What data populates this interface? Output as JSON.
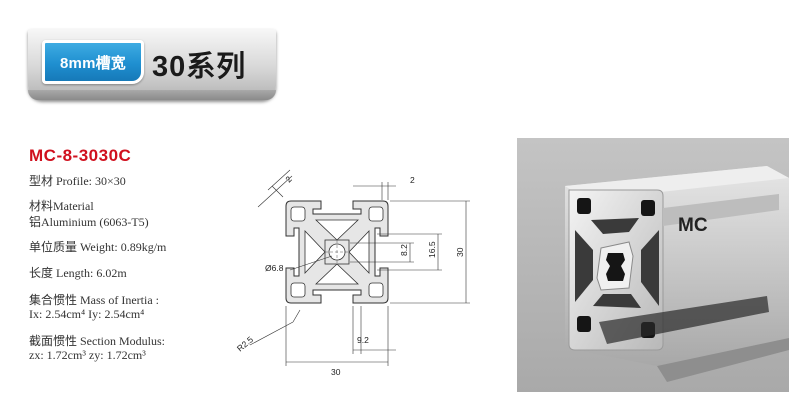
{
  "header": {
    "badge_label": "8mm槽宽",
    "series_title": "30系列"
  },
  "product": {
    "model": "MC-8-3030C",
    "profile": "型材 Profile: 30×30",
    "material_line1": "材料Material",
    "material_line2": "铝Aluminium (6063-T5)",
    "unit_weight": "单位质量 Weight: 0.89kg/m",
    "length": "长度 Length: 6.02m",
    "inertia_title": "集合惯性 Mass of Inertia :",
    "inertia_values": "Ix: 2.54cm⁴  Iy: 2.54cm⁴",
    "modulus_title": "截面惯性 Section Modulus:",
    "modulus_values": "zx: 1.72cm³ zy: 1.72cm³"
  },
  "drawing": {
    "dim_slot_angle": "2",
    "dim_top_wall": "2",
    "dim_hole": "Ø6.8",
    "dim_core": "8.2",
    "dim_inner": "16.5",
    "dim_height": "30",
    "dim_radius": "R2.5",
    "dim_slot": "9.2",
    "dim_width": "30"
  },
  "photo": {
    "brand_mark": "MC"
  },
  "colors": {
    "accent_red": "#d0101e",
    "badge_blue": "#1f8fd0"
  }
}
